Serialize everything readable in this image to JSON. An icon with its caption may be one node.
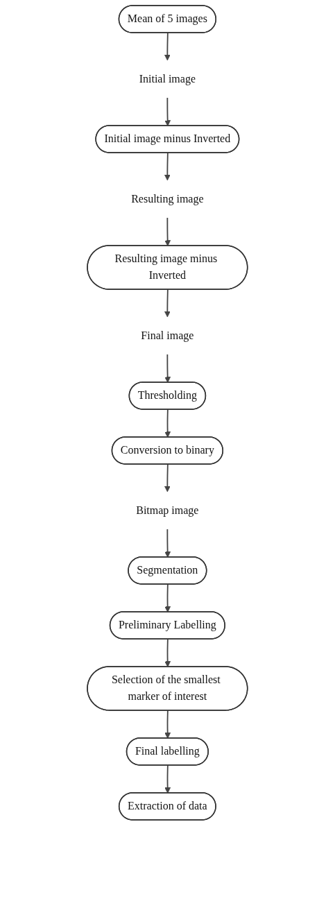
{
  "diagram": {
    "nodes": [
      {
        "text": [
          "Mean of 5 images"
        ]
      },
      {
        "text": [
          "Initial image"
        ]
      },
      {
        "text": [
          "Initial image minus Inverted"
        ]
      },
      {
        "text": [
          "Resulting image"
        ]
      },
      {
        "text": [
          "Resulting image minus Inverted"
        ]
      },
      {
        "text": [
          "Final image"
        ]
      },
      {
        "text": [
          "Thresholding"
        ]
      },
      {
        "text": [
          "Conversion to binary"
        ]
      },
      {
        "text": [
          "Bitmap image"
        ]
      },
      {
        "text": [
          "Segmentation"
        ]
      },
      {
        "text": [
          "Preliminary Labelling"
        ]
      },
      {
        "text": [
          "Selection of the smallest marker of interest"
        ]
      },
      {
        "text": [
          "Final labelling"
        ]
      },
      {
        "text": [
          "Extraction of data"
        ]
      }
    ],
    "edges": [
      {
        "from": 0,
        "to": 1,
        "arrow": "to"
      },
      {
        "from": 1,
        "to": 2,
        "arrow": "to"
      },
      {
        "from": 2,
        "to": 3,
        "arrow": "to"
      },
      {
        "from": 3,
        "to": 4,
        "arrow": "to"
      },
      {
        "from": 4,
        "to": 5,
        "arrow": "to"
      },
      {
        "from": 5,
        "to": 6,
        "arrow": "to"
      },
      {
        "from": 6,
        "to": 7,
        "arrow": "to"
      },
      {
        "from": 7,
        "to": 8,
        "arrow": "to"
      },
      {
        "from": 8,
        "to": 9,
        "arrow": "to"
      },
      {
        "from": 9,
        "to": 10,
        "arrow": "to"
      },
      {
        "from": 10,
        "to": 11,
        "arrow": "to"
      },
      {
        "from": 11,
        "to": 12,
        "arrow": "to"
      },
      {
        "from": 12,
        "to": 13,
        "arrow": "to"
      }
    ]
  }
}
